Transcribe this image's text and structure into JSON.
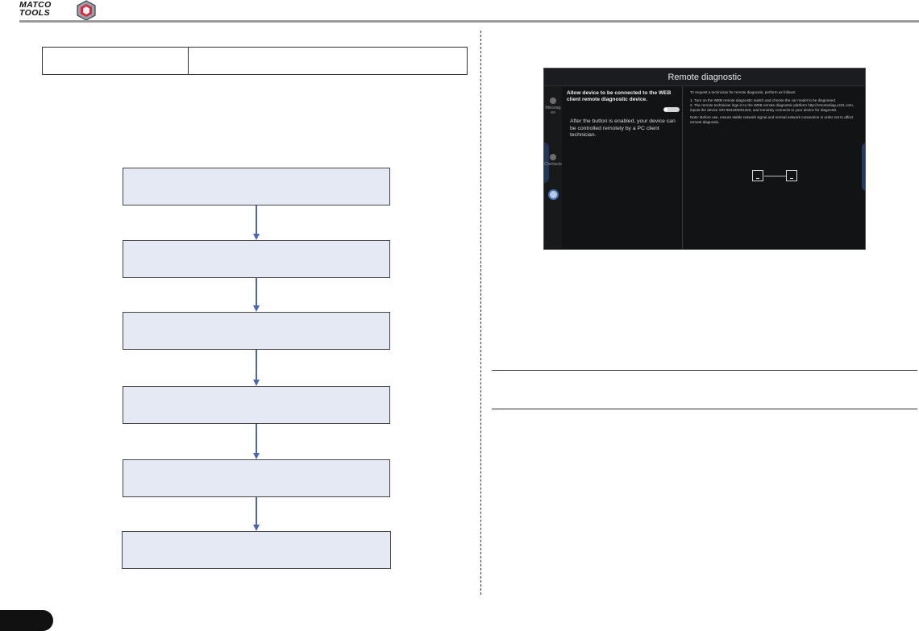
{
  "brand": {
    "logo_line1": "MATCO",
    "logo_line2": "TOOLS",
    "badge_color": "#d7263d"
  },
  "device_screen": {
    "title": "Remote diagnostic",
    "sidebar": {
      "messages_label": "Messag es",
      "contacts_label": "Contacts"
    },
    "allow_text": "Allow device to be connected to the WEB client remote diagnostic device.",
    "toggle_state": "on",
    "enabled_text": "After the button is enabled, your device can be controlled remotely by a PC client technician.",
    "instructions": {
      "intro": "To request a technician for remote diagnosis, perform as follows:",
      "step1": "1. Turn on the WEB remote diagnostic switch and choose the car model to be diagnosed.",
      "step2": "2. The remote technician logs in to the WEB remote diagnostic platform http://remotediag.x431.com, inputs the device S/N 984190001320, and remotely connects to your device for diagnosis.",
      "note": "Note: Before use, ensure stable network signal and normal network connection in order not to affect remote diagnosis."
    }
  },
  "flowchart": {
    "box_count": 6,
    "arrow_color": "#4a67b0",
    "box_fill": "#e5e9f3"
  }
}
